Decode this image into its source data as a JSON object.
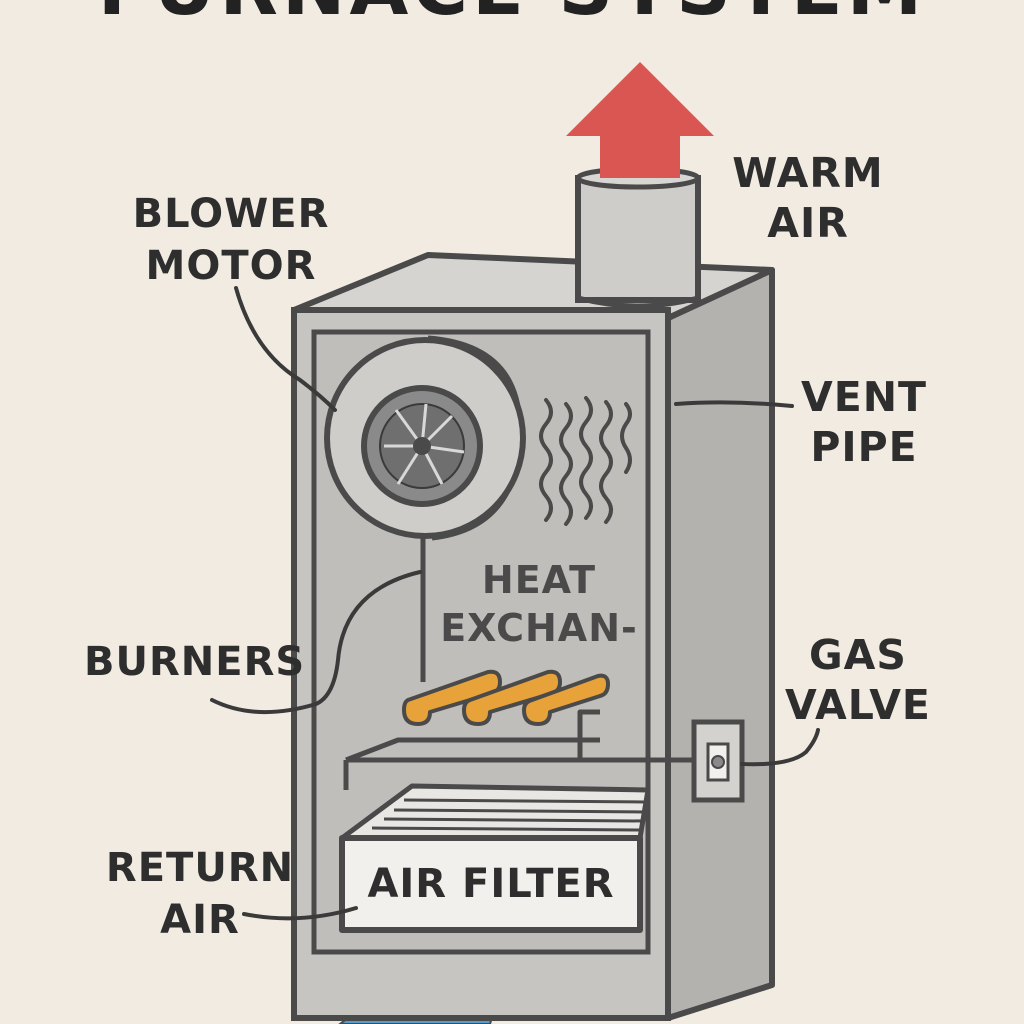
{
  "title": "FURNACE SYSTEM",
  "labels": {
    "blower_motor": [
      "BLOWER",
      "MOTOR"
    ],
    "warm_air": [
      "WARM",
      "AIR"
    ],
    "vent_pipe": [
      "VENT",
      "PIPE"
    ],
    "heat_exchanger": [
      "HEAT",
      "EXCHAN-"
    ],
    "burners": "BURNERS",
    "gas_valve": [
      "GAS",
      "VALVE"
    ],
    "return_air": [
      "RETURN",
      "AIR"
    ],
    "air_filter": "AIR FILTER"
  },
  "colors": {
    "background": "#f1ebe1",
    "outline": "#4a4a4a",
    "cabinet_front": "#c7c5c1",
    "cabinet_side": "#b4b2ae",
    "warm_air_arrow": "#d95652",
    "return_air_arrow": "#5b9bc8",
    "burner": "#e8a23a"
  }
}
